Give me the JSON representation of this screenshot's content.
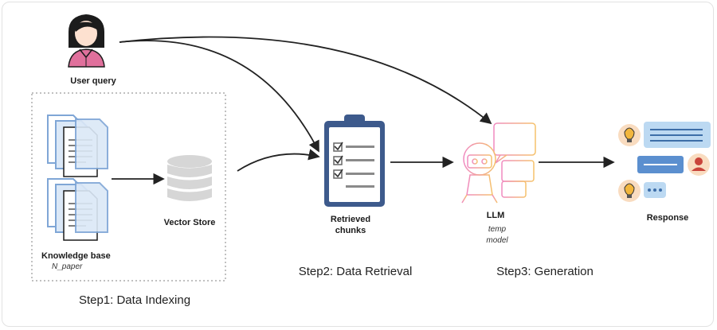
{
  "labels": {
    "user_query": "User query",
    "knowledge_base": "Knowledge base",
    "knowledge_base_sub": "N_paper",
    "vector_store": "Vector Store",
    "retrieved_line1": "Retrieved",
    "retrieved_line2": "chunks",
    "llm": "LLM",
    "llm_sub_line1": "temp",
    "llm_sub_line2": "model",
    "response": "Response"
  },
  "steps": {
    "step1": "Step1: Data Indexing",
    "step2": "Step2: Data Retrieval",
    "step3": "Step3: Generation"
  },
  "colors": {
    "user_pink": "#e0709c",
    "doc_blue": "#7fa6d6",
    "clipboard_navy": "#3d5a8c",
    "llm_gradient_start": "#f08ac0",
    "llm_gradient_end": "#f5c26b",
    "bubble_blue": "#bcd9f2",
    "bulb_bg": "#f9dcc0",
    "avatar_red": "#c9443b"
  }
}
